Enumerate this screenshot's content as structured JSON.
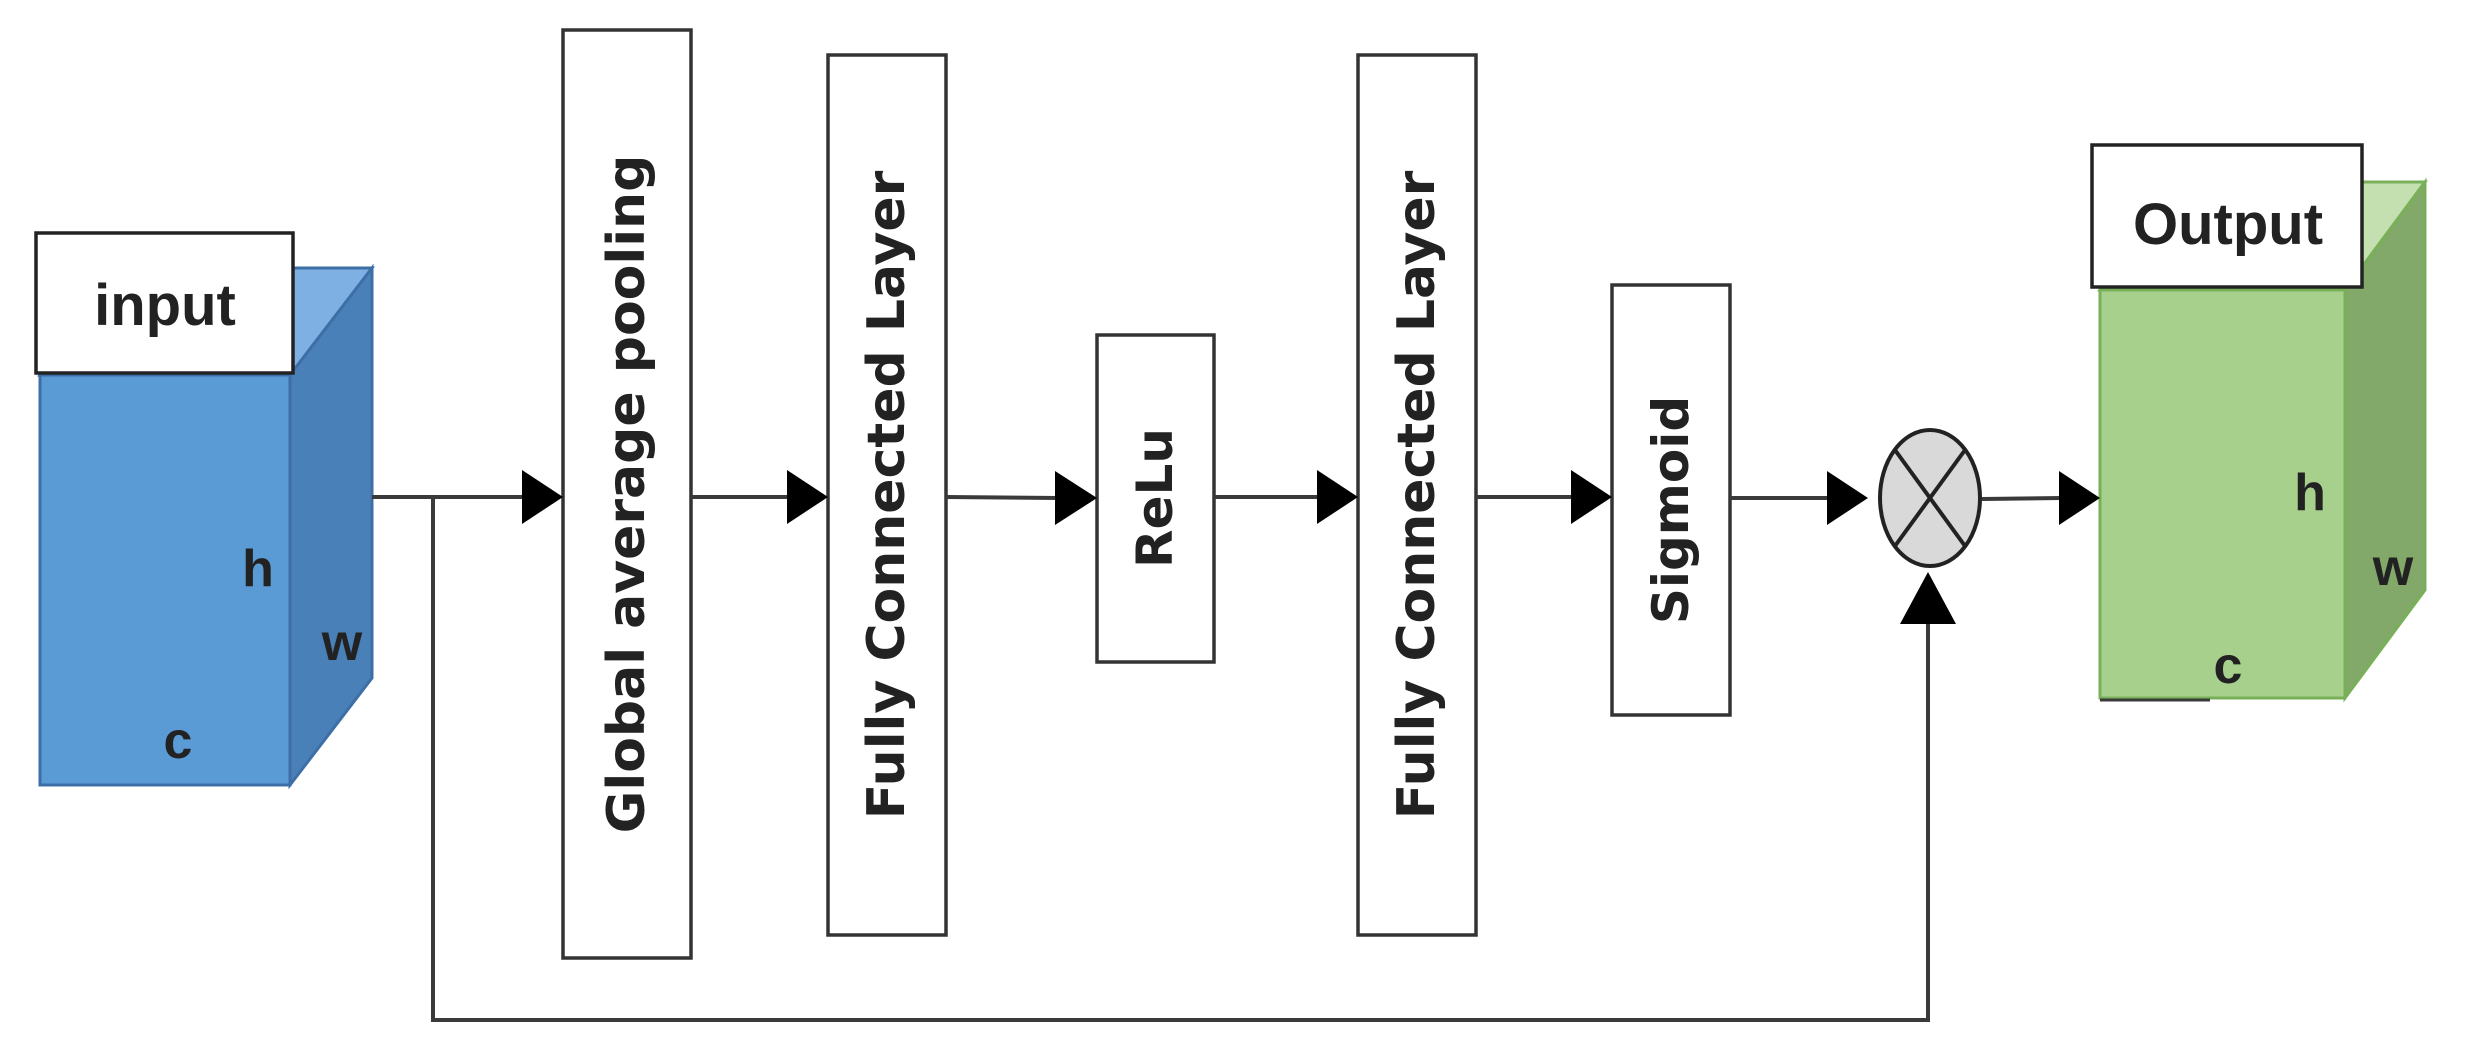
{
  "input": {
    "label": "input",
    "dims": {
      "h": "h",
      "w": "w",
      "c": "c"
    }
  },
  "output": {
    "label": "Output",
    "dims": {
      "h": "h",
      "w": "w",
      "c": "c"
    }
  },
  "layers": [
    {
      "id": "gap",
      "label": "Global average pooling"
    },
    {
      "id": "fc1",
      "label": "Fully Connected Layer"
    },
    {
      "id": "relu",
      "label": "ReLu"
    },
    {
      "id": "fc2",
      "label": "Fully Connected Layer"
    },
    {
      "id": "sigmoid",
      "label": "Sigmoid"
    }
  ],
  "multiply": {
    "icon": "multiply-circle-icon"
  },
  "colors": {
    "input_front": "#5b9bd5",
    "input_top": "#7eb0e3",
    "input_side": "#4a80b8",
    "input_stroke": "#3d6fa6",
    "output_front": "#a8d08d",
    "output_top": "#c4e0b0",
    "output_side": "#82a86a",
    "output_stroke": "#78b058",
    "multiply_fill": "#d9d9d9"
  }
}
